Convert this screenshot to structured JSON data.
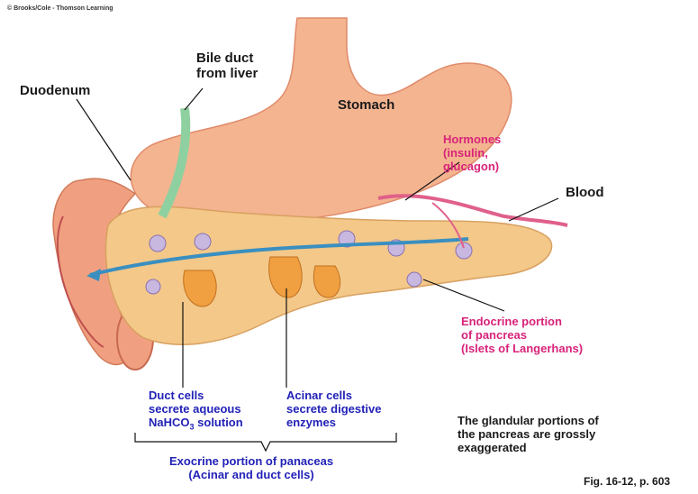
{
  "copyright": "© Brooks/Cole - Thomson Learning",
  "labels": {
    "duodenum": "Duodenum",
    "bile_duct": [
      "Bile duct",
      "from liver"
    ],
    "stomach": "Stomach",
    "hormones": [
      "Hormones",
      "(insulin,",
      "glucagon)"
    ],
    "blood": "Blood",
    "endocrine": [
      "Endocrine portion",
      "of pancreas",
      "(Islets of Langerhans)"
    ],
    "duct_cells": [
      "Duct cells",
      "secrete aqueous"
    ],
    "duct_cells_formula": {
      "pre": "NaHCO",
      "sub": "3",
      "post": " solution"
    },
    "acinar_cells": [
      "Acinar cells",
      "secrete digestive",
      "enzymes"
    ],
    "exocrine": [
      "Exocrine portion of panaceas",
      "(Acinar and duct cells)"
    ],
    "note": [
      "The glandular portions of",
      "the pancreas are grossly",
      "exaggerated"
    ],
    "figure_ref": "Fig. 16-12, p. 603"
  },
  "colors": {
    "stomach": "#f4b490",
    "duodenum": "#f0a080",
    "pancreas": "#f3c889",
    "duct": "#3a8fc0",
    "bile_duct": "#8fd0a0",
    "blood_vessel": "#e0608a",
    "islet": "#c8b8e0",
    "acinus": "#f0a040",
    "label_pink": "#d8237a",
    "label_blue": "#2222b8"
  }
}
